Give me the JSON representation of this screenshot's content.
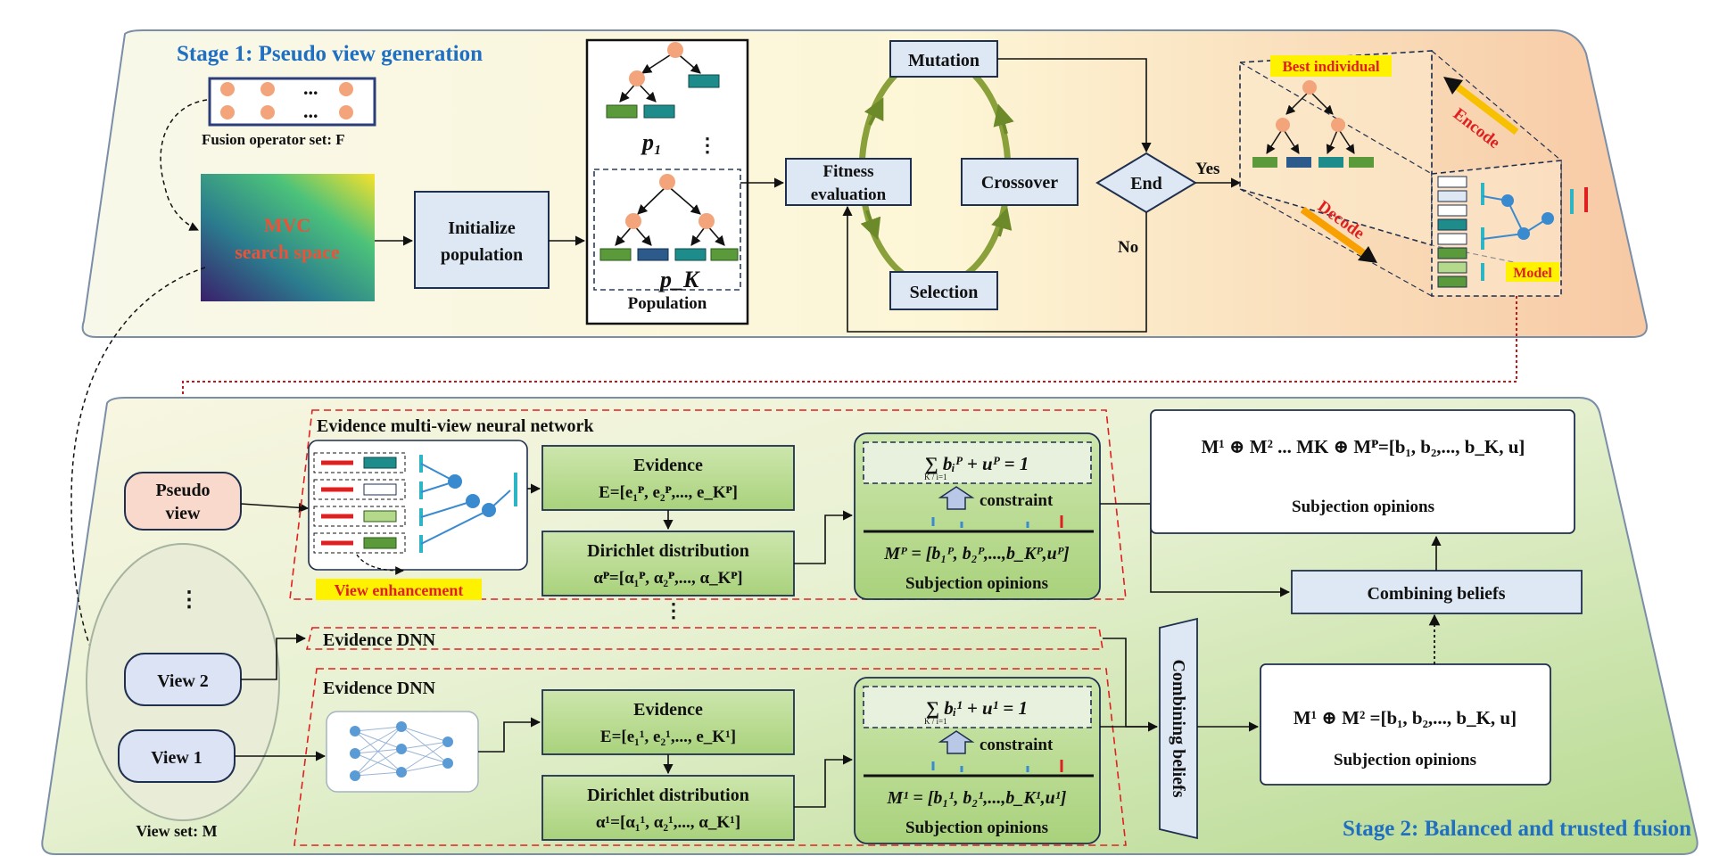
{
  "stage1": {
    "title": "Stage 1: Pseudo view generation",
    "fusion_operator_label": "Fusion operator set: F",
    "ellipsis": "...",
    "search_space_label_1": "MVC",
    "search_space_label_2": "search space",
    "initialize_line1": "Initialize",
    "initialize_line2": "population",
    "population_label": "Population",
    "p1_label": "p₁",
    "pk_label": "p_K",
    "vertical_ellipsis": "⋮",
    "fitness_line1": "Fitness",
    "fitness_line2": "evaluation",
    "mutation": "Mutation",
    "crossover": "Crossover",
    "selection": "Selection",
    "end": "End",
    "yes": "Yes",
    "no": "No",
    "best_individual": "Best individual",
    "encode": "Encode",
    "decode": "Decode",
    "model": "Model"
  },
  "stage2": {
    "title": "Stage 2: Balanced and trusted fusion",
    "emvnn_title": "Evidence multi-view neural network",
    "pseudo_view_line1": "Pseudo",
    "pseudo_view_line2": "view",
    "view_enhancement": "View enhancement",
    "evidence_label": "Evidence",
    "evidence_p_formula": "E=[e₁ᴾ, e₂ᴾ,..., e_Kᴾ]",
    "dirichlet_label": "Dirichlet distribution",
    "alpha_p_formula": "αᴾ=[α₁ᴾ, α₂ᴾ,..., α_Kᴾ]",
    "constraint_p": "∑ bᵢᴾ + uᴾ = 1",
    "constraint_label": "constraint",
    "mp_formula": "Mᴾ = [b₁ᴾ, b₂ᴾ,...,b_Kᴾ,uᴾ]",
    "subjection_opinions": "Subjection opinions",
    "evidence_dnn": "Evidence DNN",
    "view2": "View 2",
    "view1": "View 1",
    "view_set": "View set: M",
    "evidence_1_formula": "E=[e₁¹, e₂¹,..., e_K¹]",
    "alpha_1_formula": "α¹=[α₁¹, α₂¹,..., α_K¹]",
    "constraint_1": "∑ bᵢ¹ + u¹ = 1",
    "m1_formula": "M¹ = [b₁¹, b₂¹,...,b_K¹,u¹]",
    "combining_beliefs": "Combining beliefs",
    "top_result_formula": "M¹ ⊕ M² ... MK ⊕ Mᴾ=[b₁, b₂,..., b_K, u]",
    "bottom_result_formula": "M¹ ⊕ M² =[b₁, b₂,..., b_K, u]",
    "sum_limits": "K / i=1"
  },
  "colors": {
    "stage_title": "#1f6fc2",
    "box_fill": "#dde8f4",
    "green_box": "#b5d98a",
    "node_orange": "#f3a47a",
    "red_dash": "#e02020",
    "yellow_label": "#fff200"
  }
}
